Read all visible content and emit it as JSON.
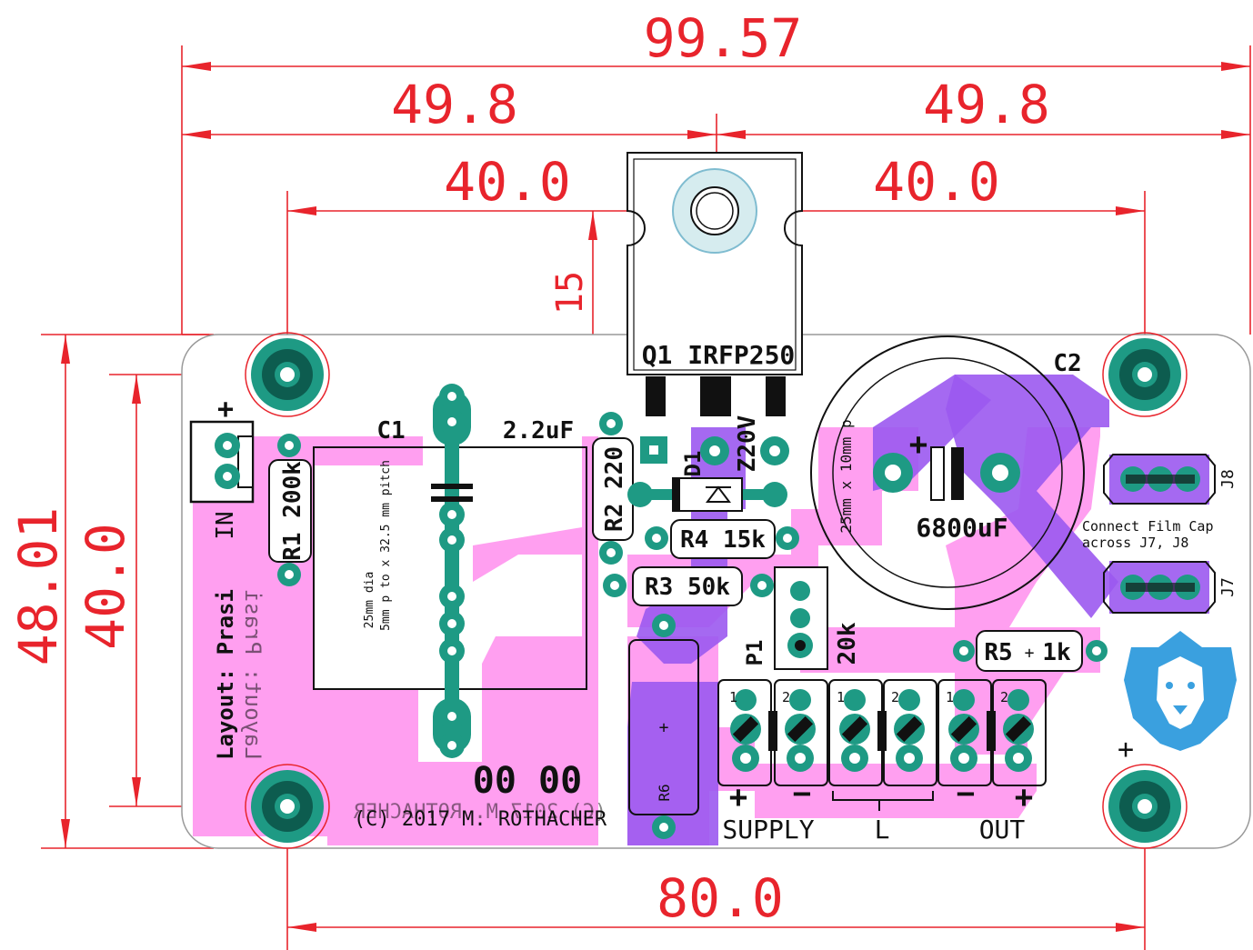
{
  "dimensions": {
    "overall_width": "99.57",
    "left_half": "49.8",
    "right_half": "49.8",
    "left_mount": "40.0",
    "right_mount": "40.0",
    "transistor_offset": "15",
    "overall_height": "48.01",
    "mount_height": "40.0",
    "mount_span": "80.0"
  },
  "transistor": {
    "label": "Q1 IRFP250"
  },
  "capacitors": {
    "c1_ref": "C1",
    "c1_value": "2.2uF",
    "c1_note_line1": "25mm dia",
    "c1_note_line2": "5mm p to x 32.5 mm pitch",
    "c2_ref": "C2",
    "c2_value": "6800uF",
    "c2_note": "25mm x 10mm p",
    "c2_plus": "+"
  },
  "components": {
    "r1": "R1 200k",
    "r2": "R2 220",
    "r3": "R3 50k",
    "r4": "R4 15k",
    "r5": "R5",
    "r5_value": "1k",
    "r6": "R6",
    "d1": "D1",
    "z": "Z20V",
    "p1": "P1",
    "p1_value": "20k"
  },
  "connectors": {
    "input_label": "IN",
    "input_plus": "+",
    "j7": "J7",
    "j8": "J8",
    "film_cap_line1": "Connect Film Cap",
    "film_cap_line2": "across J7, J8",
    "pin1": "1",
    "pin2": "2",
    "supply_label": "SUPPLY",
    "l_label": "L",
    "out_label": "OUT",
    "supply_plus": "+",
    "supply_minus": "−",
    "out_minus": "−",
    "out_plus": "+"
  },
  "credits": {
    "layout_mirrored": "Layout: Prasi",
    "layout_mirrored2": "Layout: Prasi",
    "copyright": "(C) 2017 M. ROTHACHER",
    "copyright_overlay": "(C) 2017 M. ROTHACHER",
    "id_code": "00 00"
  },
  "colors": {
    "dimension": "#e8242c",
    "copper_top": "#ff9ff0",
    "copper_bottom": "#9b59f0",
    "pad": "#1e9a84",
    "silkscreen": "#111111",
    "logo": "#3aa0df"
  }
}
